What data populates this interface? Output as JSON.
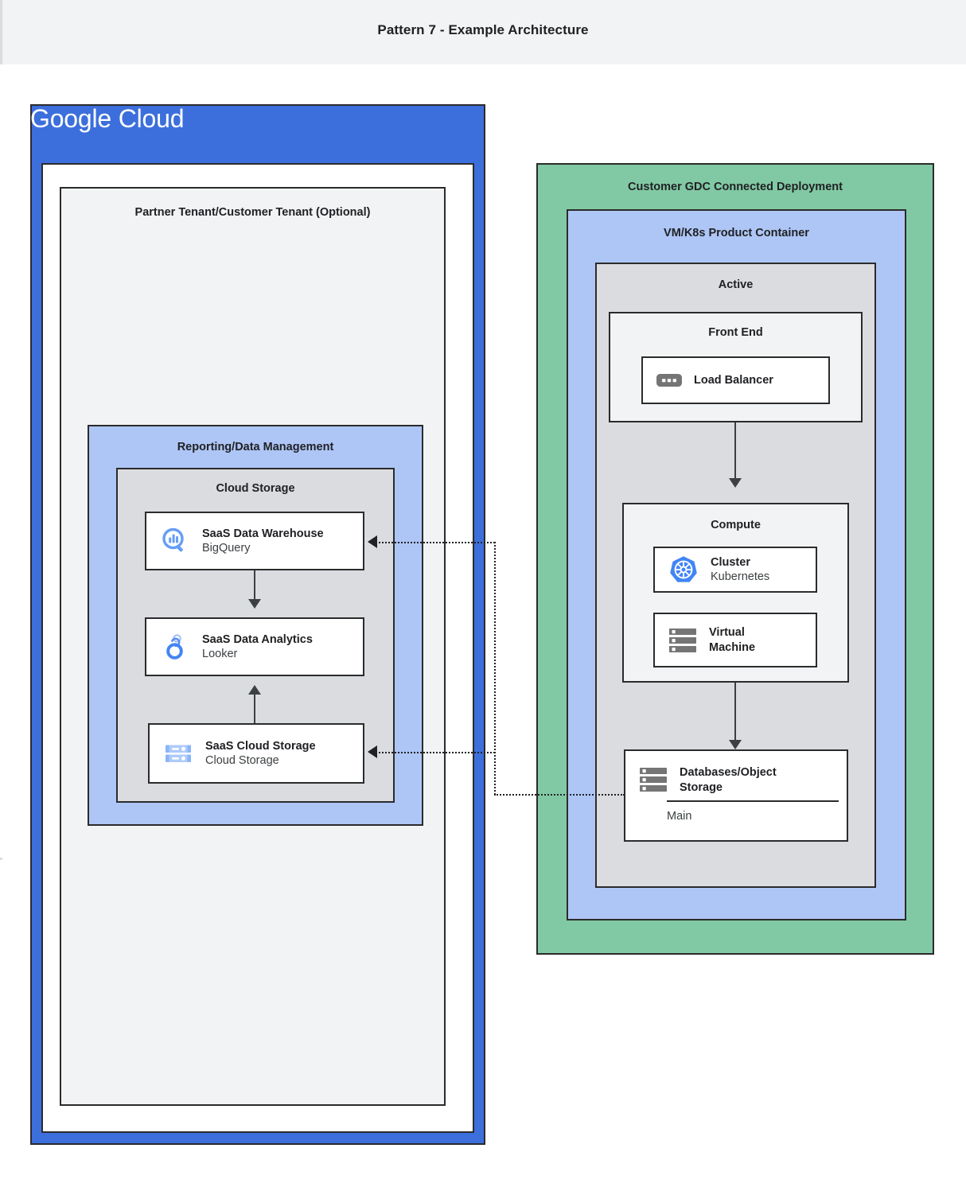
{
  "header": {
    "title": "Pattern 7 - Example Architecture"
  },
  "google_cloud": {
    "logo_google": "Google",
    "logo_cloud": "Cloud",
    "tenant_title": "Partner Tenant/Customer Tenant (Optional)",
    "reporting_title": "Reporting/Data Management",
    "cloud_storage_title": "Cloud Storage",
    "nodes": [
      {
        "icon": "bigquery-icon",
        "title": "SaaS Data Warehouse",
        "subtitle": "BigQuery"
      },
      {
        "icon": "looker-icon",
        "title": "SaaS Data Analytics",
        "subtitle": "Looker"
      },
      {
        "icon": "cloud-storage-icon",
        "title": "SaaS Cloud Storage",
        "subtitle": "Cloud Storage"
      }
    ]
  },
  "gdc": {
    "deployment_title": "Customer GDC Connected Deployment",
    "container_title": "VM/K8s Product Container",
    "active_title": "Active",
    "frontend_title": "Front End",
    "compute_title": "Compute",
    "load_balancer": {
      "icon": "load-balancer-icon",
      "title": "Load Balancer"
    },
    "cluster": {
      "icon": "kubernetes-icon",
      "title": "Cluster",
      "subtitle": "Kubernetes"
    },
    "virtual_machine": {
      "icon": "virtual-machine-icon",
      "title_line1": "Virtual",
      "title_line2": "Machine"
    },
    "database": {
      "icon": "database-icon",
      "title_line1": "Databases/Object",
      "title_line2": "Storage",
      "subtitle": "Main"
    }
  },
  "colors": {
    "google_blue": "#3c6fdc",
    "light_blue": "#aec6f6",
    "green": "#81c9a4",
    "gray": "#dadce0",
    "offwhite": "#f1f3f4",
    "icon_blue": "#5b8def",
    "icon_gray": "#757575",
    "stroke": "#2b2b2b"
  }
}
